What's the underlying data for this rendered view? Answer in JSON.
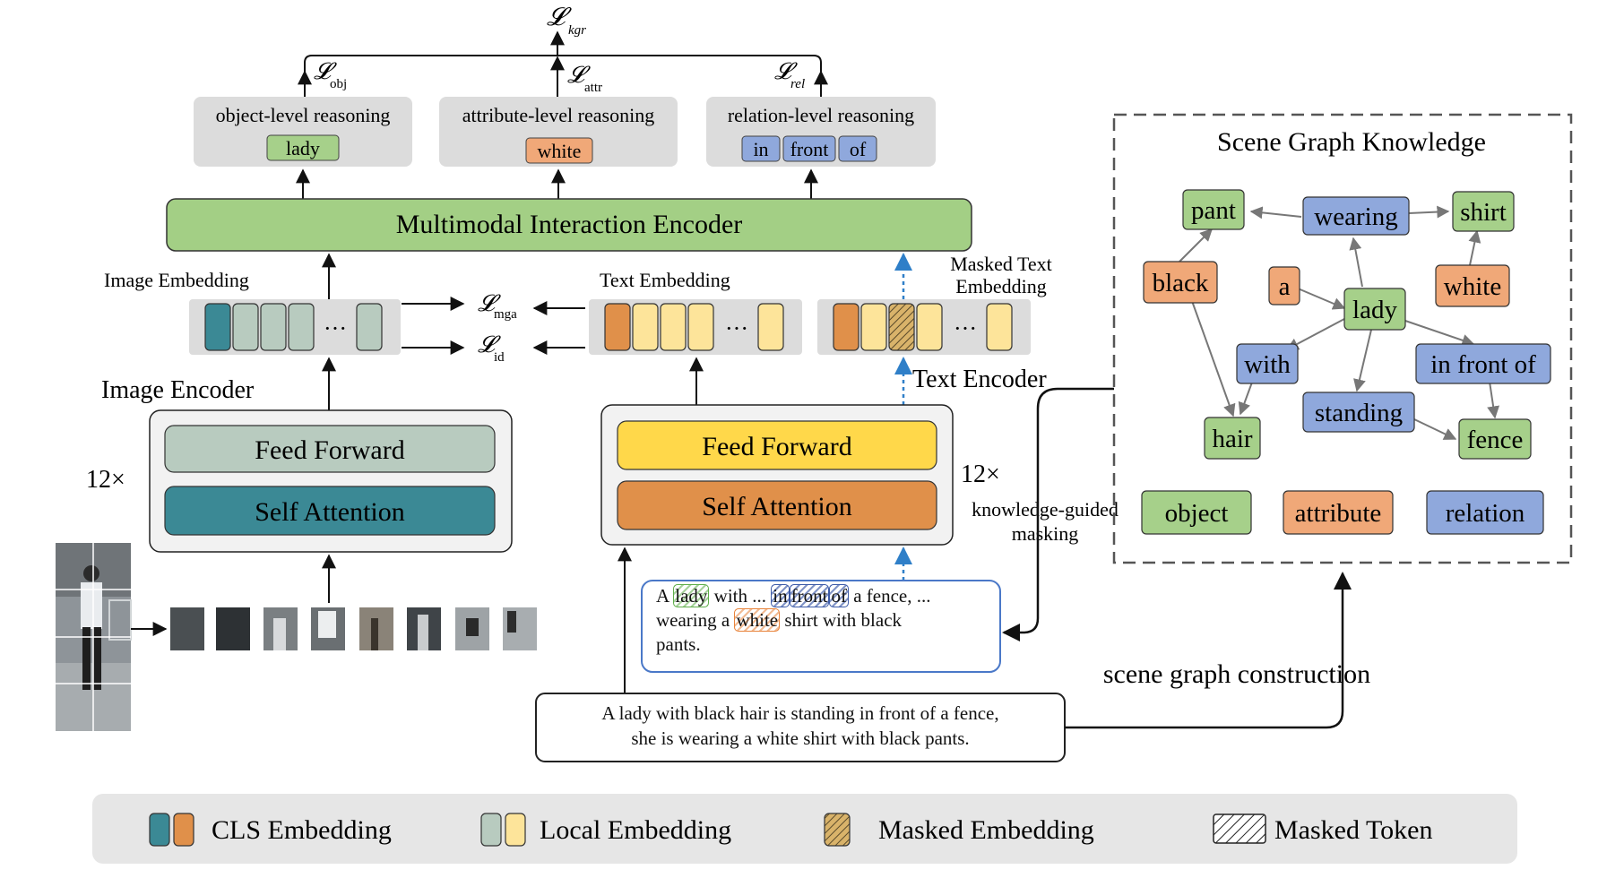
{
  "loss": {
    "kgr": "𝓛",
    "kgr_sub": "kgr",
    "obj": "𝓛",
    "obj_sub": "obj",
    "attr": "𝓛",
    "attr_sub": "attr",
    "rel": "𝓛",
    "rel_sub": "rel",
    "mga": "𝓛",
    "mga_sub": "mga",
    "id": "𝓛",
    "id_sub": "id"
  },
  "reasoning": {
    "object": {
      "title": "object-level reasoning",
      "tokens": [
        "lady"
      ]
    },
    "attribute": {
      "title": "attribute-level reasoning",
      "tokens": [
        "white"
      ]
    },
    "relation": {
      "title": "relation-level reasoning",
      "tokens": [
        "in",
        "front",
        "of"
      ]
    }
  },
  "encoder": {
    "multimodal": "Multimodal Interaction Encoder",
    "image_encoder": "Image Encoder",
    "text_encoder": "Text Encoder",
    "feed_forward": "Feed Forward",
    "self_attention": "Self Attention",
    "repeat_image": "12×",
    "repeat_text": "12×"
  },
  "embeddings": {
    "image": "Image Embedding",
    "text": "Text Embedding",
    "masked_text_line1": "Masked Text",
    "masked_text_line2": "Embedding",
    "ellipsis": "···"
  },
  "masking": {
    "line1": "knowledge-guided",
    "line2": "masking"
  },
  "masked_caption": {
    "w1": "A",
    "m1": "lady",
    "w2": "with ...",
    "m2": "in",
    "m3": "front",
    "m4": "of",
    "w3": "a fence, ... wearing a",
    "m5": "white",
    "w4": "shirt with black pants."
  },
  "sentence": {
    "line1": "A lady with black hair is standing in front of a fence,",
    "line2": "she is wearing a white shirt with black pants."
  },
  "scene_graph": {
    "title": "Scene Graph Knowledge",
    "construction": "scene graph construction",
    "nodes": {
      "pant": "pant",
      "wearing": "wearing",
      "shirt": "shirt",
      "black": "black",
      "a": "a",
      "white": "white",
      "lady": "lady",
      "with": "with",
      "in_front_of": "in front of",
      "standing": "standing",
      "hair": "hair",
      "fence": "fence"
    },
    "legend": {
      "object": "object",
      "attribute": "attribute",
      "relation": "relation"
    }
  },
  "legend": {
    "cls": "CLS Embedding",
    "local": "Local Embedding",
    "masked_embedding": "Masked Embedding",
    "masked_token": "Masked Token"
  },
  "colors": {
    "object_green": "#a6d08a",
    "attribute_orange": "#f0a878",
    "relation_blue": "#8fa8dc",
    "multimodal_green": "#a3cf85",
    "image_teal": "#3b8995",
    "image_local": "#b8cbbf",
    "text_orange": "#e0904a",
    "text_yellow": "#ffd84a",
    "text_local": "#fde49a",
    "grey_panel": "#dcdcdc",
    "caption_blue": "#4a78c8",
    "dotted_blue": "#2f7fc8"
  }
}
